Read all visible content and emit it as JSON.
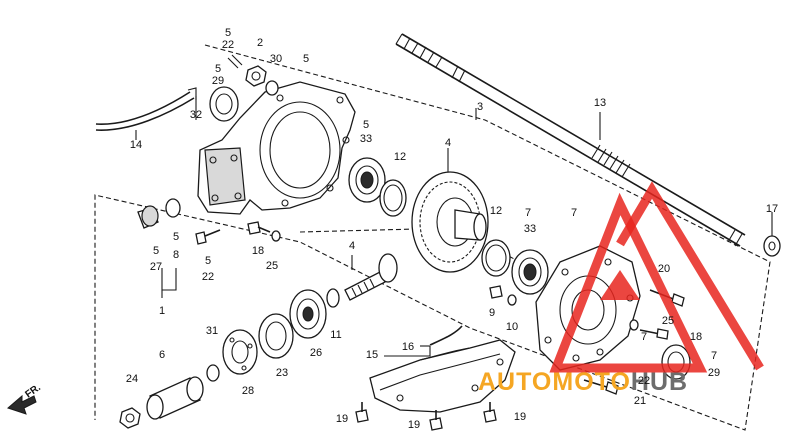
{
  "parts": [
    {
      "id": "p5a",
      "text": "5"
    },
    {
      "id": "p22a",
      "text": "22"
    },
    {
      "id": "p2",
      "text": "2"
    },
    {
      "id": "p30",
      "text": "30"
    },
    {
      "id": "p5b",
      "text": "5"
    },
    {
      "id": "p5c",
      "text": "5"
    },
    {
      "id": "p29a",
      "text": "29"
    },
    {
      "id": "p32",
      "text": "32"
    },
    {
      "id": "p14",
      "text": "14"
    },
    {
      "id": "p5d",
      "text": "5"
    },
    {
      "id": "p33a",
      "text": "33"
    },
    {
      "id": "p3",
      "text": "3"
    },
    {
      "id": "p13",
      "text": "13"
    },
    {
      "id": "p12a",
      "text": "12"
    },
    {
      "id": "p4a",
      "text": "4"
    },
    {
      "id": "p12b",
      "text": "12"
    },
    {
      "id": "p7a",
      "text": "7"
    },
    {
      "id": "p33b",
      "text": "33"
    },
    {
      "id": "p7b",
      "text": "7"
    },
    {
      "id": "p17",
      "text": "17"
    },
    {
      "id": "p5e",
      "text": "5"
    },
    {
      "id": "p27",
      "text": "27"
    },
    {
      "id": "p5f",
      "text": "5"
    },
    {
      "id": "p8",
      "text": "8"
    },
    {
      "id": "p5g",
      "text": "5"
    },
    {
      "id": "p22b",
      "text": "22"
    },
    {
      "id": "p18a",
      "text": "18"
    },
    {
      "id": "p25a",
      "text": "25"
    },
    {
      "id": "p1",
      "text": "1"
    },
    {
      "id": "p4b",
      "text": "4"
    },
    {
      "id": "p9",
      "text": "9"
    },
    {
      "id": "p10",
      "text": "10"
    },
    {
      "id": "p20",
      "text": "20"
    },
    {
      "id": "p25b",
      "text": "25"
    },
    {
      "id": "p18b",
      "text": "18"
    },
    {
      "id": "p11",
      "text": "11"
    },
    {
      "id": "p26",
      "text": "26"
    },
    {
      "id": "p31",
      "text": "31"
    },
    {
      "id": "p6",
      "text": "6"
    },
    {
      "id": "p16",
      "text": "16"
    },
    {
      "id": "p15",
      "text": "15"
    },
    {
      "id": "p7c",
      "text": "7"
    },
    {
      "id": "p7d",
      "text": "7"
    },
    {
      "id": "p22c",
      "text": "22"
    },
    {
      "id": "p29b",
      "text": "29"
    },
    {
      "id": "p21",
      "text": "21"
    },
    {
      "id": "p24",
      "text": "24"
    },
    {
      "id": "p28",
      "text": "28"
    },
    {
      "id": "p23",
      "text": "23"
    },
    {
      "id": "p19a",
      "text": "19"
    },
    {
      "id": "p19b",
      "text": "19"
    },
    {
      "id": "p19c",
      "text": "19"
    }
  ],
  "direction_label": "FR.",
  "watermark": {
    "part1": "AUTO",
    "part2": "MOTO",
    "part3": "HUB",
    "color_red": "#e8261f",
    "color_orange": "#f5a623",
    "color_gray": "#6d6d6d"
  }
}
